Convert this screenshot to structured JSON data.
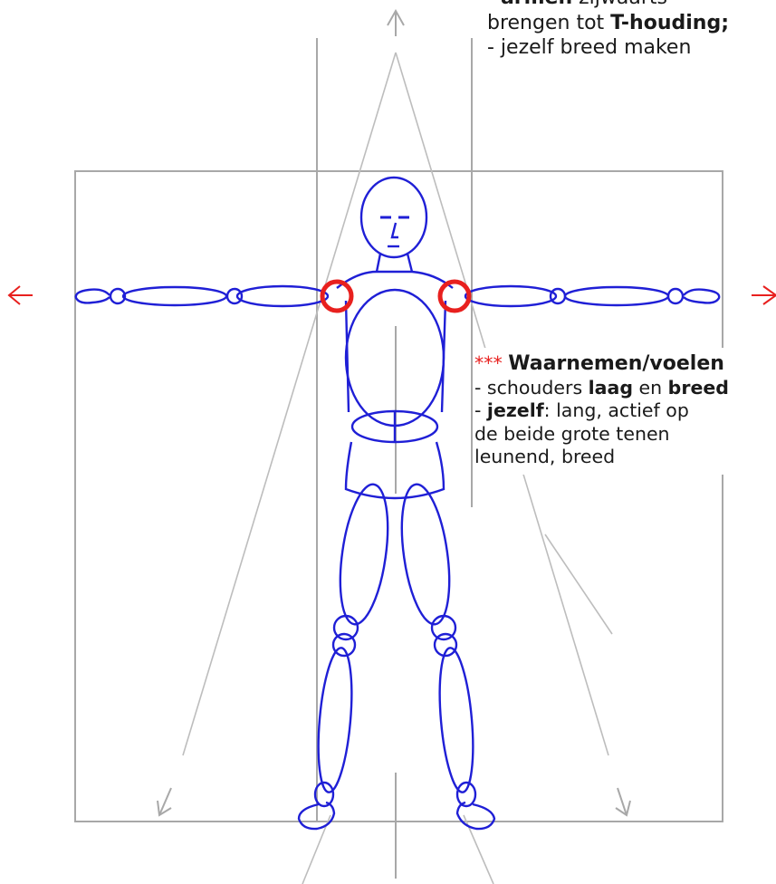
{
  "notes": {
    "top": {
      "line1_bold": "armen",
      "line1_rest": " zijwaarts",
      "line2_pre": "brengen tot ",
      "line2_bold": "T-houding;",
      "line3": "- jezelf breed maken"
    },
    "side": {
      "stars": "***",
      "heading": "Waarnemen/voelen",
      "line1_pre": "- schouders ",
      "line1_bold1": "laag",
      "line1_mid": " en ",
      "line1_bold2": "breed",
      "line2_bold": "jezelf",
      "line2_rest": ": lang, actief op",
      "line3": "de beide grote tenen",
      "line4": "leunend, breed"
    }
  },
  "colors": {
    "figure": "#1f1fd6",
    "guides": "#a8a8a8",
    "accent": "#e8201e",
    "text": "#1a1a1a"
  },
  "icons": {
    "left_arrow": "arrow-left-icon",
    "right_arrow": "arrow-right-icon",
    "up_arrow": "arrow-up-icon",
    "shoulder_marks": "circle-marker-icon"
  }
}
